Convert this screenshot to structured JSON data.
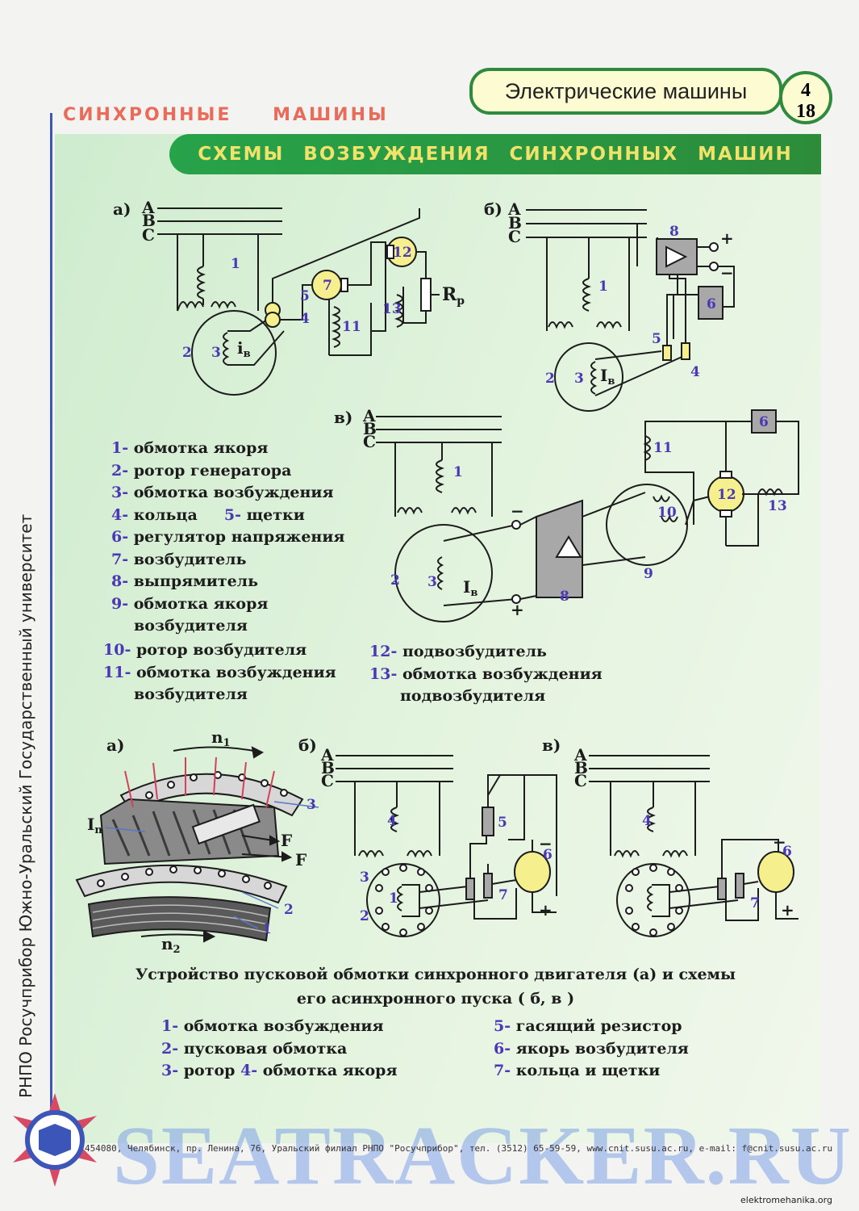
{
  "header": {
    "book_title": "Электрические машины",
    "page_number_top": "4",
    "page_number_bottom": "18"
  },
  "section_title": "СИНХРОННЫЕ МАШИНЫ",
  "banner_title": "СХЕМЫ ВОЗБУЖДЕНИЯ СИНХРОННЫХ МАШИН",
  "sidebar_text": "РНПО Росучприбор   Южно-Уральский Государственный университет",
  "diagrams_top": {
    "a_label": "а)",
    "b_label": "б)",
    "v_label": "в)",
    "phase_a": "A",
    "phase_b": "B",
    "phase_c": "C",
    "rp": "R",
    "rp_sub": "p",
    "iv": "i",
    "iv_sub": "в",
    "Iv": "I",
    "Iv_sub": "в",
    "plus": "+",
    "minus": "−",
    "n1": "1",
    "n2": "2",
    "n3": "3",
    "n4": "4",
    "n5": "5",
    "n6": "6",
    "n7": "7",
    "n8": "8",
    "n9": "9",
    "n10": "10",
    "n11": "11",
    "n12": "12",
    "n13": "13"
  },
  "legend_top": [
    {
      "num": "1-",
      "text": "обмотка якоря"
    },
    {
      "num": "2-",
      "text": "ротор генератора"
    },
    {
      "num": "3-",
      "text": "обмотка возбуждения"
    },
    {
      "num": "4-",
      "text": "кольца",
      "num2": "5-",
      "text2": "щетки"
    },
    {
      "num": "6-",
      "text": "регулятор напряжения"
    },
    {
      "num": "7-",
      "text": "возбудитель"
    },
    {
      "num": "8-",
      "text": "выпрямитель"
    },
    {
      "num": "9-",
      "text": "обмотка якоря",
      "cont": "возбудителя"
    },
    {
      "num": "10-",
      "text": "ротор возбудителя"
    },
    {
      "num": "11-",
      "text": "обмотка возбуждения",
      "cont": "возбудителя"
    },
    {
      "num": "12-",
      "text": "подвозбудитель"
    },
    {
      "num": "13-",
      "text": "обмотка возбуждения",
      "cont": "подвозбудителя"
    }
  ],
  "diagrams_bottom": {
    "a_label": "а)",
    "b_label": "б)",
    "v_label": "в)",
    "n1": "n",
    "n1_sub": "1",
    "n2": "n",
    "n2_sub": "2",
    "In": "I",
    "In_sub": "n",
    "F": "F"
  },
  "caption_line1": "Устройство пусковой обмотки синхронного двигателя (а) и схемы",
  "caption_line2": "его асинхронного пуска ( б, в )",
  "legend_bottom": [
    {
      "num": "1-",
      "text": "обмотка возбуждения"
    },
    {
      "num": "2-",
      "text": "пусковая обмотка"
    },
    {
      "num": "3-",
      "text": "ротор",
      "num2": "4-",
      "text2": "обмотка якоря"
    },
    {
      "num": "5-",
      "text": "гасящий резистор"
    },
    {
      "num": "6-",
      "text": "якорь возбудителя"
    },
    {
      "num": "7-",
      "text": "кольца и щетки"
    }
  ],
  "footer_address": "454080, Челябинск, пр. Ленина, 76, Уральский филиал РНПО \"Росучприбор\", тел. (3512) 65-59-59, www.cnit.susu.ac.ru, e-mail: f@cnit.susu.ac.ru",
  "watermark": "SEATRACKER.RU",
  "footer_site": "elektromehanika.org",
  "colors": {
    "green_dark": "#2c8c3a",
    "title_red": "#e96b5a",
    "banner_text": "#f0e26a",
    "label_blue": "#4a38b5",
    "machine_yellow": "#f6ef8e",
    "device_gray": "#a8a8a8"
  }
}
